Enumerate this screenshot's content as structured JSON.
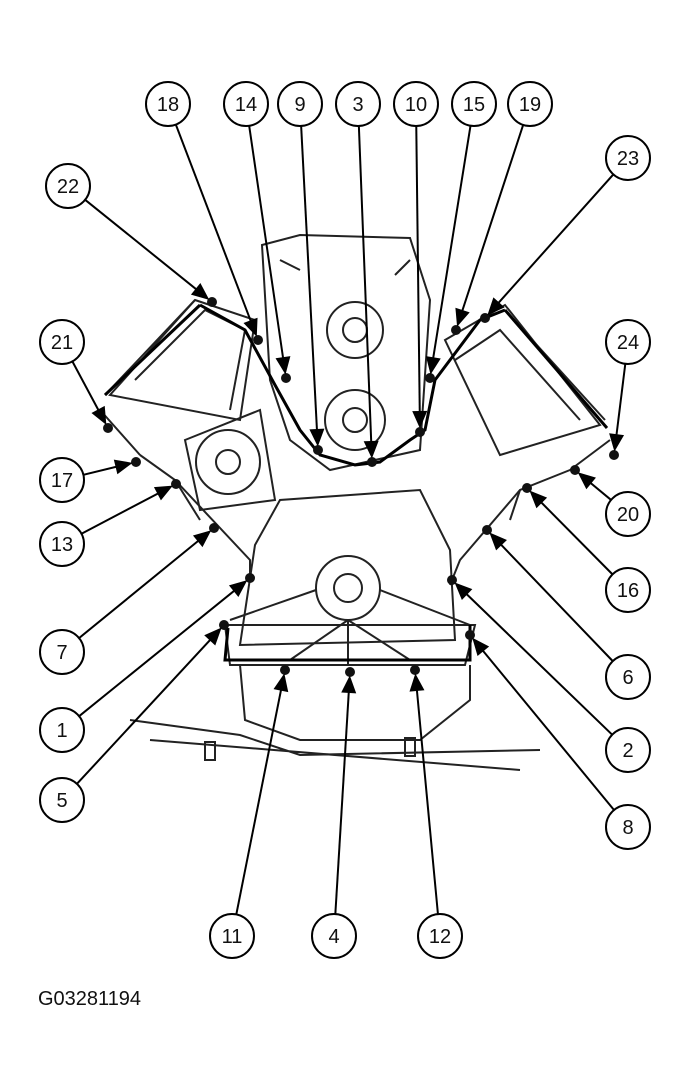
{
  "figure_id": "G03281194",
  "callouts": [
    {
      "label": "18"
    },
    {
      "label": "14"
    },
    {
      "label": "9"
    },
    {
      "label": "3"
    },
    {
      "label": "10"
    },
    {
      "label": "15"
    },
    {
      "label": "19"
    },
    {
      "label": "22"
    },
    {
      "label": "23"
    },
    {
      "label": "21"
    },
    {
      "label": "24"
    },
    {
      "label": "17"
    },
    {
      "label": "13"
    },
    {
      "label": "20"
    },
    {
      "label": "16"
    },
    {
      "label": "7"
    },
    {
      "label": "6"
    },
    {
      "label": "1"
    },
    {
      "label": "2"
    },
    {
      "label": "5"
    },
    {
      "label": "8"
    },
    {
      "label": "11"
    },
    {
      "label": "4"
    },
    {
      "label": "12"
    }
  ]
}
